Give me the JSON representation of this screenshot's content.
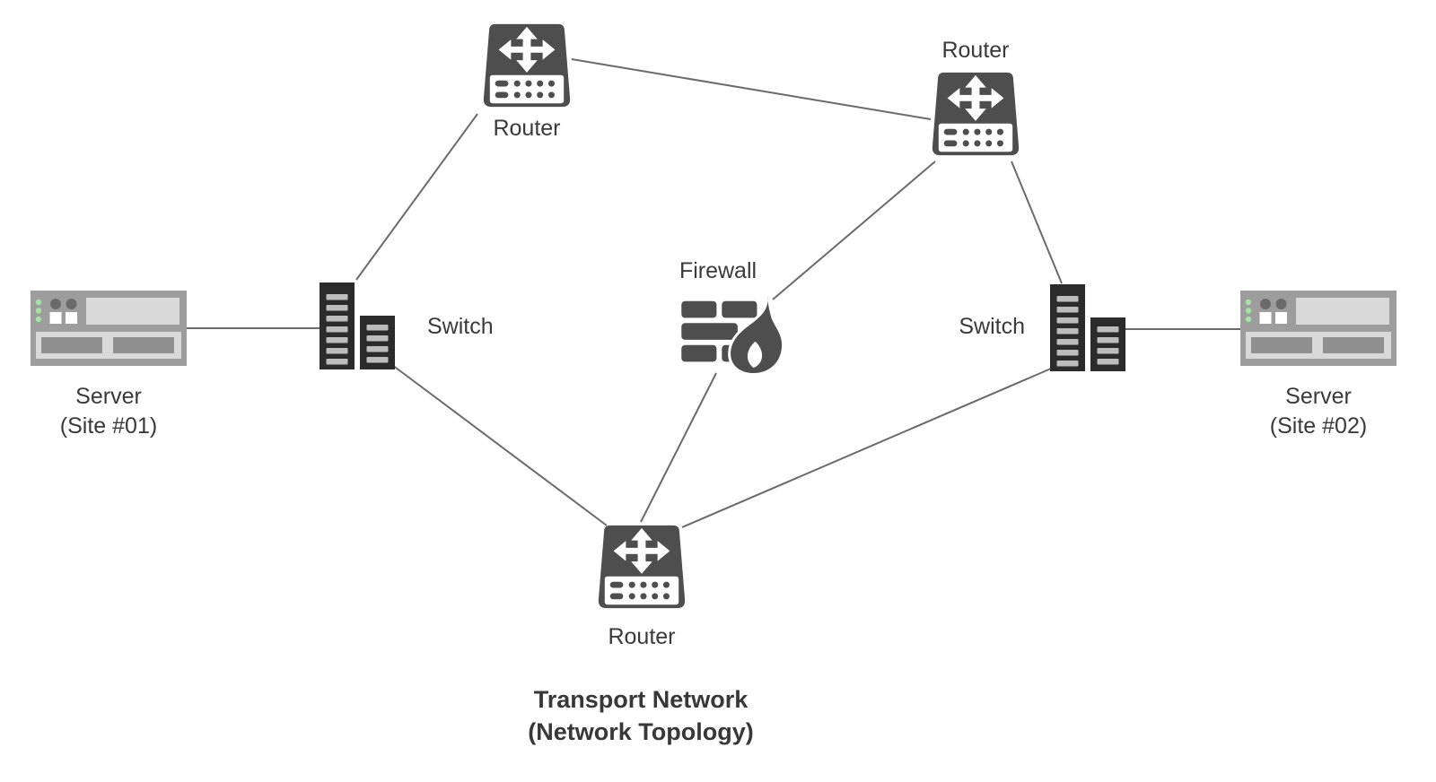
{
  "diagram": {
    "title": {
      "line1": "Transport Network",
      "line2": "(Network Topology)"
    },
    "nodes": {
      "router_top_left": {
        "type": "router",
        "label": "Router",
        "label_position": "below"
      },
      "router_top_right": {
        "type": "router",
        "label": "Router",
        "label_position": "above"
      },
      "router_bottom": {
        "type": "router",
        "label": "Router",
        "label_position": "below"
      },
      "switch_left": {
        "type": "switch",
        "label": "Switch",
        "label_position": "right"
      },
      "switch_right": {
        "type": "switch",
        "label": "Switch",
        "label_position": "left"
      },
      "firewall": {
        "type": "firewall",
        "label": "Firewall",
        "label_position": "above"
      },
      "server_site_01": {
        "type": "server",
        "label": "Server",
        "sublabel": "(Site #01)",
        "label_position": "below"
      },
      "server_site_02": {
        "type": "server",
        "label": "Server",
        "sublabel": "(Site #02)",
        "label_position": "below"
      }
    },
    "edges": [
      {
        "from": "server_site_01",
        "to": "switch_left"
      },
      {
        "from": "switch_left",
        "to": "router_top_left"
      },
      {
        "from": "router_top_left",
        "to": "router_top_right"
      },
      {
        "from": "router_top_right",
        "to": "firewall"
      },
      {
        "from": "router_top_right",
        "to": "switch_right"
      },
      {
        "from": "switch_right",
        "to": "server_site_02"
      },
      {
        "from": "switch_left",
        "to": "router_bottom"
      },
      {
        "from": "firewall",
        "to": "router_bottom"
      },
      {
        "from": "router_bottom",
        "to": "switch_right"
      }
    ],
    "colors": {
      "router_fill": "#4e4e4e",
      "switch_fill": "#2b2b2b",
      "switch_slat": "#bdbdbd",
      "server_body": "#9d9d9d",
      "server_panel": "#d9d9d9",
      "server_slot": "#8f8f8f",
      "server_led": "#a5e2a5",
      "server_knob": "#6a6a6a",
      "firewall_fill": "#4e4e4e",
      "edge_stroke": "#6b6b6b",
      "label_color": "#3a3a3a"
    }
  }
}
